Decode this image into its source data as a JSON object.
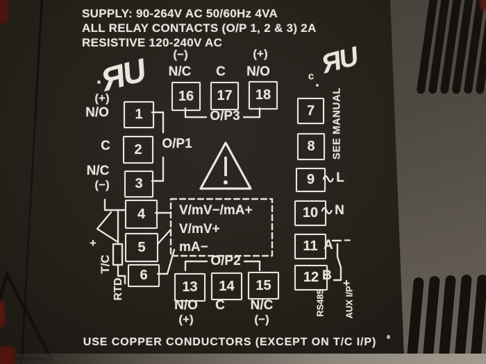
{
  "colors": {
    "print": "#e9e6e0",
    "panel": "#231f1c",
    "case_side": "#55504a",
    "vent_slot": "#14110e",
    "accent_red": "#4c140c"
  },
  "header": {
    "line1": "SUPPLY: 90-264V AC 50/60Hz 4VA",
    "line2": "ALL RELAY CONTACTS (O/P 1, 2 & 3) 2A",
    "line3": "RESISTIVE 120-240V AC"
  },
  "certifications": {
    "ur_mark": "ЯU",
    "c_prefix": "c"
  },
  "outputs": {
    "op1": {
      "label": "O/P1",
      "rows": [
        {
          "num": "1",
          "name": "N/O",
          "pol": "(+)"
        },
        {
          "num": "2",
          "name": "C",
          "pol": ""
        },
        {
          "num": "3",
          "name": "N/C",
          "pol": "(−)"
        }
      ]
    },
    "op3": {
      "label": "O/P3",
      "rows": [
        {
          "num": "16",
          "name": "N/C",
          "pol": "(−)"
        },
        {
          "num": "17",
          "name": "C",
          "pol": ""
        },
        {
          "num": "18",
          "name": "N/O",
          "pol": "(+)"
        }
      ]
    },
    "op2": {
      "label": "O/P2",
      "rows": [
        {
          "num": "13",
          "name": "N/O",
          "pol": "(+)"
        },
        {
          "num": "14",
          "name": "C",
          "pol": ""
        },
        {
          "num": "15",
          "name": "N/C",
          "pol": "(−)"
        }
      ]
    }
  },
  "power": {
    "terminals": [
      "7",
      "8",
      "9",
      "10",
      "11",
      "12"
    ],
    "see_manual": "SEE MANUAL",
    "line_label": "L",
    "neutral_label": "N",
    "rs485_a": "A",
    "rs485_b": "B",
    "rs485_label": "RS485",
    "aux_label": "AUX I/P",
    "aux_minus": "−",
    "aux_plus": "+"
  },
  "inputs": {
    "terminals": [
      "4",
      "5",
      "6"
    ],
    "signal_rows": [
      "V/mV−/mA+",
      "V/mV+",
      "mA−"
    ],
    "tc_label": "T/C",
    "tc_plus": "+",
    "rtd_label": "RTD"
  },
  "footer": {
    "note": "USE COPPER CONDUCTORS (EXCEPT ON T/C I/P)"
  }
}
